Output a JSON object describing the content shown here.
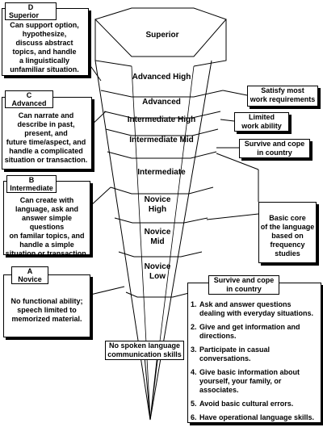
{
  "levels": {
    "superior": "Superior",
    "advanced_high": "Advanced High",
    "advanced": "Advanced",
    "intermediate_high": "Intermediate High",
    "intermediate_mid": "Intermediate Mid",
    "intermediate": "Intermediate",
    "novice_high_1": "Novice",
    "novice_high_2": "High",
    "novice_mid_1": "Novice",
    "novice_mid_2": "Mid",
    "novice_low_1": "Novice",
    "novice_low_2": "Low"
  },
  "left": {
    "d": {
      "letter": "D",
      "name": "Superior",
      "lines": [
        "Can support option,",
        "hypothesize,",
        "discuss abstract",
        "topics,  and handle",
        "a  linguistically",
        "unfamiliar situation."
      ]
    },
    "c": {
      "letter": "C",
      "name": "Advanced",
      "lines": [
        "Can narrate and",
        "describe in past,",
        "present, and",
        "future time/aspect, and",
        "handle a complicated",
        "situation or transaction."
      ]
    },
    "b": {
      "letter": "B",
      "name": "Intermediate",
      "lines": [
        "Can create with",
        "language, ask and",
        "answer simple questions",
        "on familar topics, and",
        "handle a simple",
        "situation or transaction."
      ]
    },
    "a": {
      "letter": "A",
      "name": "Novice",
      "lines": [
        "No functional ability;",
        "speech limited to",
        "memorized material."
      ]
    }
  },
  "right": {
    "satisfy": [
      "Satisfy most",
      "work requirements"
    ],
    "limited": [
      "Limited",
      "work ability"
    ],
    "survive": [
      "Survive and cope",
      "in country"
    ],
    "core": [
      "Basic core",
      "of the language",
      "based on",
      "frequency",
      "studies"
    ]
  },
  "bottom_box": {
    "title": [
      "Survive and cope",
      "in country"
    ],
    "items": [
      {
        "n": "1.",
        "text": "Ask and answer questions dealing with everyday situations."
      },
      {
        "n": "2.",
        "text": "Give and get information and directions."
      },
      {
        "n": "3.",
        "text": "Participate in casual conversations."
      },
      {
        "n": "4.",
        "text": "Give basic information about yourself, your family, or associates."
      },
      {
        "n": "5.",
        "text": "Avoid basic cultural errors."
      },
      {
        "n": "6.",
        "text": "Have operational language skills."
      }
    ]
  },
  "no_spoken": [
    "No spoken language",
    "communication skills"
  ]
}
